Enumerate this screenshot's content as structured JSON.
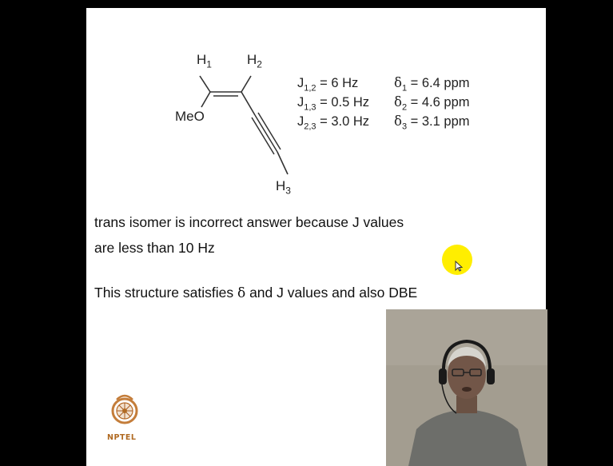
{
  "slide": {
    "molecule": {
      "h1": "H",
      "h1_sub": "1",
      "h2": "H",
      "h2_sub": "2",
      "h3": "H",
      "h3_sub": "3",
      "meo": "MeO"
    },
    "coupling": [
      {
        "label": "J",
        "sub": "1,2",
        "value": " = 6 Hz"
      },
      {
        "label": "J",
        "sub": "1,3",
        "value": " = 0.5 Hz"
      },
      {
        "label": "J",
        "sub": "2,3",
        "value": " = 3.0 Hz"
      }
    ],
    "shifts": [
      {
        "label": "δ",
        "sub": "1",
        "value": " = 6.4 ppm"
      },
      {
        "label": "δ",
        "sub": "2",
        "value": " = 4.6 ppm"
      },
      {
        "label": "δ",
        "sub": "3",
        "value": " = 3.1 ppm"
      }
    ],
    "text_line1": "trans isomer  is incorrect answer because J values",
    "text_line2": "are less than 10 Hz",
    "text_line3_a": "This structure satisfies ",
    "text_line3_delta": "δ",
    "text_line3_b": " and J values and also DBE",
    "logo_text": "NPTEL"
  },
  "colors": {
    "background": "#000000",
    "slide": "#ffffff",
    "highlight": "#ffee00",
    "logo": "#b06a22"
  },
  "icons": {
    "cursor": "mouse-pointer-icon",
    "logo": "nptel-logo-icon"
  }
}
